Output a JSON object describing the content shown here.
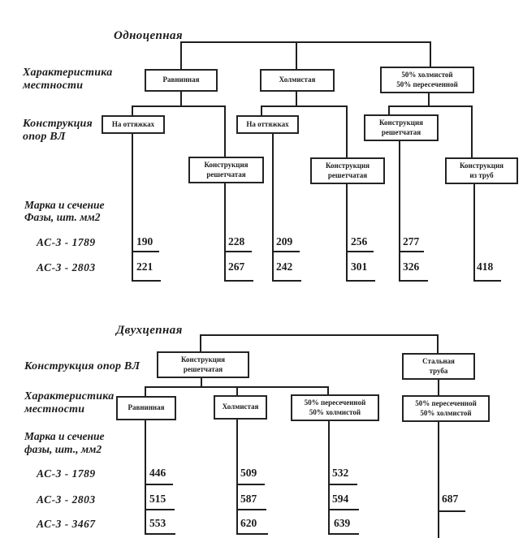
{
  "colors": {
    "ink": "#1f1f1f",
    "background": "#ffffff"
  },
  "single_circuit": {
    "title": "Одноцепная",
    "labels": {
      "terrain_line1": "Характеристика",
      "terrain_line2": "местности",
      "structure_line1": "Конструкция",
      "structure_line2": "опор ВЛ",
      "conductor_line1": "Марка и сечение",
      "conductor_line2": "Фазы, шт. мм2",
      "row_1789": "АС-3 -  1789",
      "row_2803": "АС-3  -  2803"
    },
    "nodes": {
      "flat": "Равнинная",
      "hilly": "Холмистая",
      "mixed_line1": "50% холмистой",
      "mixed_line2": "50% пересеченной",
      "guyed": "На оттяжках",
      "lattice_line1": "Конструкция",
      "lattice_line2": "решетчатая",
      "pipes_line1": "Конструкция",
      "pipes_line2": "из труб"
    },
    "values": {
      "r1789": [
        "190",
        "228",
        "209",
        "256",
        "277"
      ],
      "r2803": [
        "221",
        "267",
        "242",
        "301",
        "326",
        "418"
      ]
    }
  },
  "double_circuit": {
    "title": "Двухцепная",
    "labels": {
      "structure": "Конструкция опор ВЛ",
      "terrain_line1": "Характеристика",
      "terrain_line2": "местности",
      "conductor_line1": "Марка и сечение",
      "conductor_line2": "фазы, шт., мм2",
      "row_1789": "АС-3  - 1789",
      "row_2803": "АС-3 -  2803",
      "row_3467": "АС-3  - 3467"
    },
    "nodes": {
      "lattice_line1": "Конструкция",
      "lattice_line2": "решетчатая",
      "steel_line1": "Стальная",
      "steel_line2": "труба",
      "flat": "Равнинная",
      "hilly": "Холмистая",
      "mixed_line1": "50% пересеченной",
      "mixed_line2": "50% холмистой"
    },
    "values": {
      "r1789": [
        "446",
        "509",
        "532"
      ],
      "r2803": [
        "515",
        "587",
        "594",
        "687"
      ],
      "r3467": [
        "553",
        "620",
        "639"
      ]
    }
  }
}
